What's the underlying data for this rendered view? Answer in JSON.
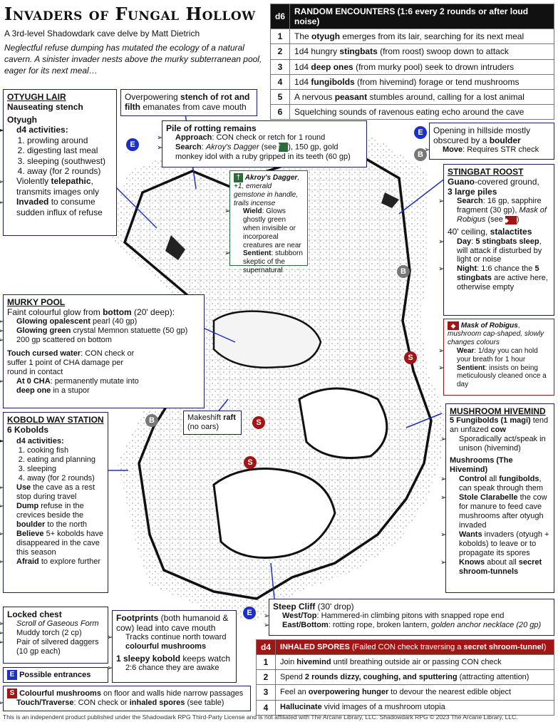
{
  "title": "Invaders of Fungal Hollow",
  "subtitle": "A 3rd-level Shadowdark cave delve by Matt Dietrich",
  "intro": "Neglectful refuse dumping has mutated the ecology of a natural cavern. A sinister invader nests above the murky subterranean pool, eager for its next meal…",
  "random_encounters": {
    "die": "d6",
    "title": "RANDOM ENCOUNTERS (1:6 every 2 rounds or after loud noise)",
    "rows": [
      {
        "n": "1",
        "a": "The ",
        "b": "otyugh",
        "c": " emerges from its lair, searching for its next meal"
      },
      {
        "n": "2",
        "a": "1d4 hungry ",
        "b": "stingbats",
        "c": " (from roost) swoop down to attack"
      },
      {
        "n": "3",
        "a": "1d4 ",
        "b": "deep ones",
        "c": " (from murky pool) seek to drown intruders"
      },
      {
        "n": "4",
        "a": "1d4 ",
        "b": "fungibolds",
        "c": " (from hivemind) forage or tend mushrooms"
      },
      {
        "n": "5",
        "a": "A nervous ",
        "b": "peasant",
        "c": " stumbles around, calling for a lost animal"
      },
      {
        "n": "6",
        "a": "Squelching sounds of ravenous eating echo around the cave",
        "b": "",
        "c": ""
      }
    ]
  },
  "otyugh_lair": {
    "header": "OTYUGH LAIR",
    "sub": "Nauseating stench",
    "name": "Otyugh",
    "activities_label": "d4 activities:",
    "activities": [
      "prowling around",
      "digesting last meal",
      "sleeping (southwest)",
      "away (for 2 rounds)"
    ],
    "b1_a": "Violently ",
    "b1_b": "telepathic",
    "b1_c": ", transmits images only",
    "b2_a": "Invaded",
    "b2_b": " to consume sudden influx of refuse"
  },
  "stench": {
    "a": "Overpowering ",
    "b": "stench of rot and filth",
    "c": " emanates from cave mouth"
  },
  "remains": {
    "title": "Pile of rotting remains",
    "approach_label": "Approach",
    "approach_text": ": CON check or retch for 1 round",
    "search_label": "Search",
    "search_item": "Akroy's Dagger",
    "search_see": " (see ",
    "search_rest": "), 150 gp, gold monkey idol with a ruby gripped in its teeth (60 gp)"
  },
  "dagger": {
    "name": "Akroy's Dagger",
    "bonus": ", +1,",
    "desc": "emerald gemstone in handle, trails incense",
    "wield_label": "Wield",
    "wield_text": ": Glows ghostly green when invisible or incorporeal creatures are near",
    "sentient_label": "Sentient",
    "sentient_text": ": stubborn skeptic of the supernatural"
  },
  "opening": {
    "a": "Opening in hillside mostly obscured by a ",
    "b": "boulder",
    "move_label": "Move",
    "move_text": ": Requires STR check"
  },
  "stingbat_roost": {
    "header": "STINGBAT ROOST",
    "guano_a": "Guano",
    "guano_b": "-covered ground,",
    "piles": "3 large piles",
    "search_label": "Search",
    "search_a": ": 16 gp, sapphire fragment (30 gp), ",
    "search_item": "Mask of Robigus",
    "search_see": " (see ",
    "search_end": ")",
    "ceiling_a": "40' ceiling, ",
    "ceiling_b": "stalactites",
    "day_label": "Day",
    "day_a": ": ",
    "day_b": "5 stingbats sleep",
    "day_c": ", will attack if disturbed by light or noise",
    "night_label": "Night",
    "night_a": ": 1:6 chance the ",
    "night_b": "5 stingbats",
    "night_c": " are active here, otherwise empty"
  },
  "mask": {
    "name": "Mask of Robigus",
    "comma": ",",
    "desc": "mushroom cap-shaped, slowly changes colours",
    "wear_label": "Wear",
    "wear_text": ": 1/day you can hold your breath for 1 hour",
    "sentient_label": "Sentient",
    "sentient_text": ": insists on being meticulously cleaned once a day"
  },
  "murky_pool": {
    "header": "MURKY POOL",
    "glow_a": "Faint colourful glow from ",
    "glow_b": "bottom",
    "glow_c": " (20' deep):",
    "i1_b": "Glowing opalescent",
    "i1_c": " pearl (40 gp)",
    "i2_b": "Glowing green",
    "i2_c": " crystal Memnon statuette (50 gp)",
    "i3": "200 gp scattered on bottom",
    "touch_b": "Touch cursed water",
    "touch_c": ": CON check or suffer 1 point of CHA damage per round in contact",
    "cha_b": "At 0 CHA",
    "cha_c": ": permanently mutate into ",
    "cha_d": "deep one",
    "cha_e": " in a stupor"
  },
  "raft": {
    "a": "Makeshift ",
    "b": "raft",
    "c": "(no oars)"
  },
  "kobold": {
    "header": "KOBOLD WAY STATION",
    "count": "6 Kobolds",
    "activities_label": "d4 activities:",
    "activities": [
      "cooking fish",
      "eating and planning",
      "sleeping",
      "away (for 2 rounds)"
    ],
    "use_b": "Use",
    "use_c": " the cave as a rest stop during travel",
    "dump_b": "Dump",
    "dump_c": " refuse in the crevices beside the ",
    "dump_d": "boulder",
    "dump_e": " to the north",
    "believe_b": "Believe",
    "believe_c": " 5+ kobolds have disappeared in the cave this season",
    "afraid_b": "Afraid",
    "afraid_c": " to explore further"
  },
  "hivemind": {
    "header": "MUSHROOM HIVEMIND",
    "line1_b": "5 Fungibolds (1 magi)",
    "line1_c": " tend an unfazed ",
    "line1_d": "cow",
    "b1": "Sporadically act/speak in unison (hivemind)",
    "sub": "Mushrooms (The Hivemind)",
    "control_b": "Control",
    "control_c": " all ",
    "control_d": "fungibolds",
    "control_e": ", can speak through them",
    "stole_b": "Stole Clarabelle",
    "stole_c": " the cow for manure to feed cave mushrooms after otyugh invaded",
    "wants_b": "Wants",
    "wants_c": " invaders (otyugh + kobolds) to leave or to propagate its spores",
    "knows_b": "Knows",
    "knows_c": " about all ",
    "knows_d": "secret shroom-tunnels"
  },
  "steep_cliff": {
    "title": "Steep Cliff",
    "drop": " (30' drop)",
    "west_label": "West/Top",
    "west_text": ": Hammered-in climbing pitons with snapped rope end",
    "east_label": "East/Bottom",
    "east_a": ": rotting rope, broken lantern, ",
    "east_b": "golden anchor necklace (20 gp)"
  },
  "chest": {
    "title": "Locked chest",
    "items": [
      "Scroll of Gaseous Form",
      "Muddy torch (2 cp)",
      "Pair of silvered daggers (10 gp each)"
    ]
  },
  "footprints": {
    "title_a": "Footprints",
    "title_b": " (both humanoid & cow) lead into cave mouth",
    "track_a": "Tracks continue north toward ",
    "track_b": "colourful mushrooms",
    "kobold_a": "1 sleepy kobold",
    "kobold_b": " keeps watch",
    "chance": "2:6 chance they are awake"
  },
  "legend": {
    "e_letter": "E",
    "e_text": "Possible entrances",
    "s_letter": "S",
    "s_a": "Colourful mushrooms",
    "s_b": " on floor and walls hide narrow passages",
    "touch_b": "Touch/Traverse",
    "touch_c": ": CON check or ",
    "touch_d": "inhaled spores",
    "touch_e": " (see table)"
  },
  "inhaled_spores": {
    "die": "d4",
    "title_a": "INHALED SPORES",
    "title_b": " (Failed CON check traversing a ",
    "title_c": "secret shroom-tunnel",
    "title_d": ")",
    "rows": [
      {
        "n": "1",
        "a": "Join ",
        "b": "hivemind",
        "c": " until breathing outside air or passing CON check"
      },
      {
        "n": "2",
        "a": "Spend ",
        "b": "2 rounds dizzy, coughing, and sputtering",
        "c": " (attracting attention)"
      },
      {
        "n": "3",
        "a": "Feel an ",
        "b": "overpowering hunger",
        "c": " to devour the nearest edible object"
      },
      {
        "n": "4",
        "a": "",
        "b": "Hallucinate",
        "c": " vivid images of a mushroom utopia"
      }
    ]
  },
  "map_markers": {
    "e": "E",
    "s": "S",
    "b": "B"
  },
  "footer": "This is an independent product published under the Shadowdark RPG Third-Party License and is not affiliated with The Arcane Library, LLC. Shadowdark RPG © 2023 The Arcane Library, LLC.",
  "colors": {
    "entrance": "#1c2fc7",
    "shroom": "#a31515",
    "dagger": "#2d6b3a",
    "frame": "#1a1f5c"
  }
}
